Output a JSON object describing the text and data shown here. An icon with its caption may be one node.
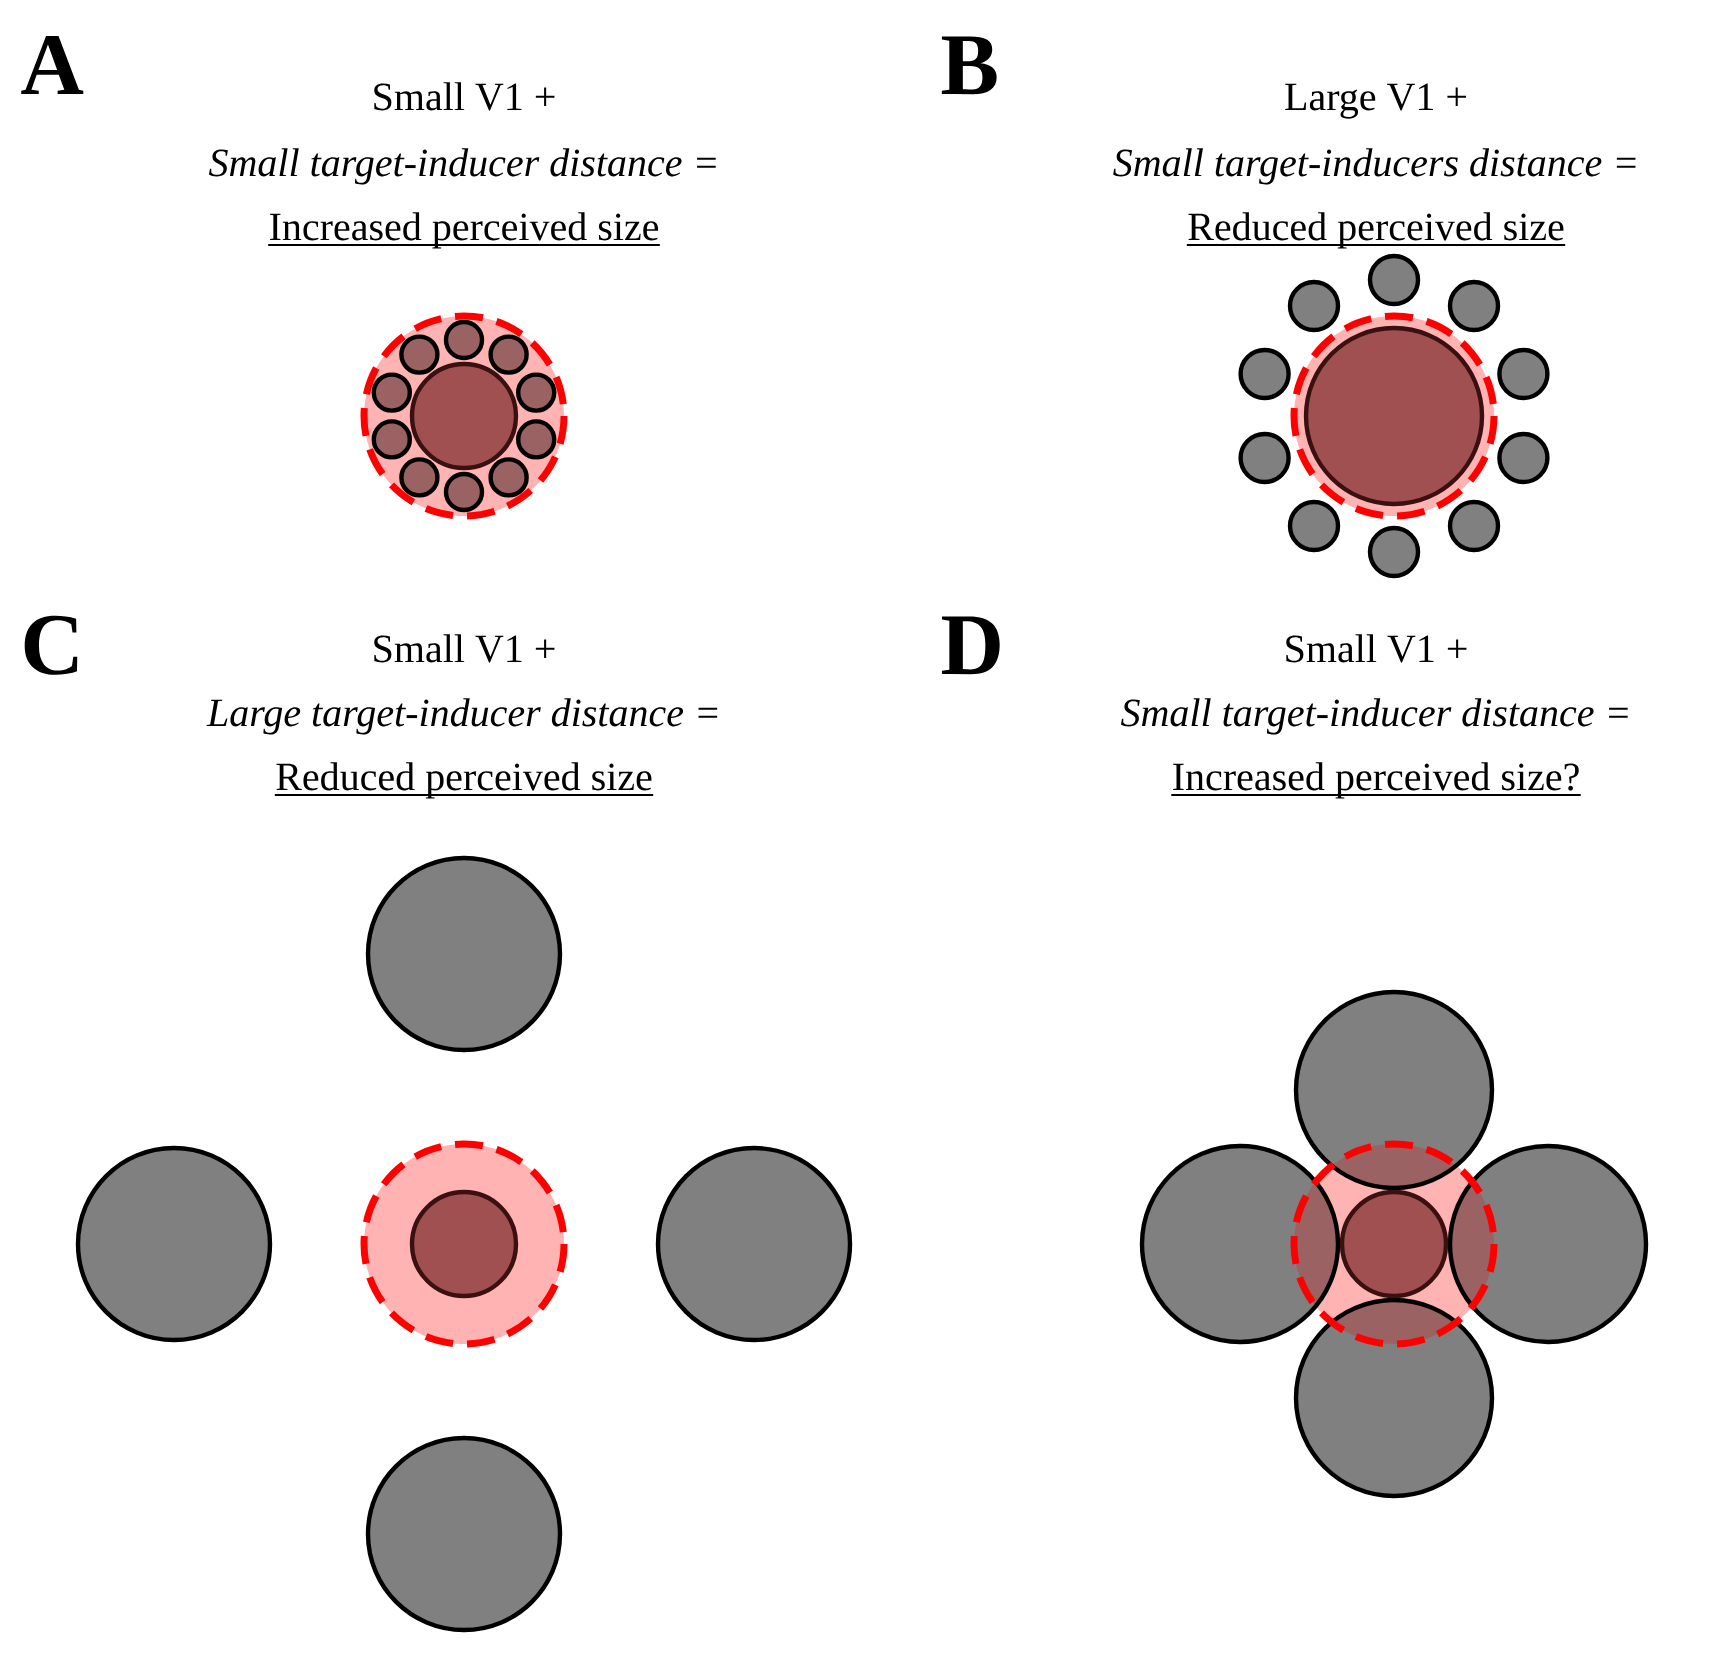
{
  "diagram": {
    "labels": [
      "A",
      "Small V1 +",
      "Small target-inducer distance =",
      "Increased perceived size",
      "B",
      "Large V1 +",
      "Small target-inducers distance =",
      "Reduced perceived size",
      "C",
      "Small V1 +",
      "Large target-inducer distance =",
      "Reduced perceived size",
      "D",
      "Small V1 +",
      "Small target-inducer distance =",
      "Increased perceived size?"
    ]
  }
}
